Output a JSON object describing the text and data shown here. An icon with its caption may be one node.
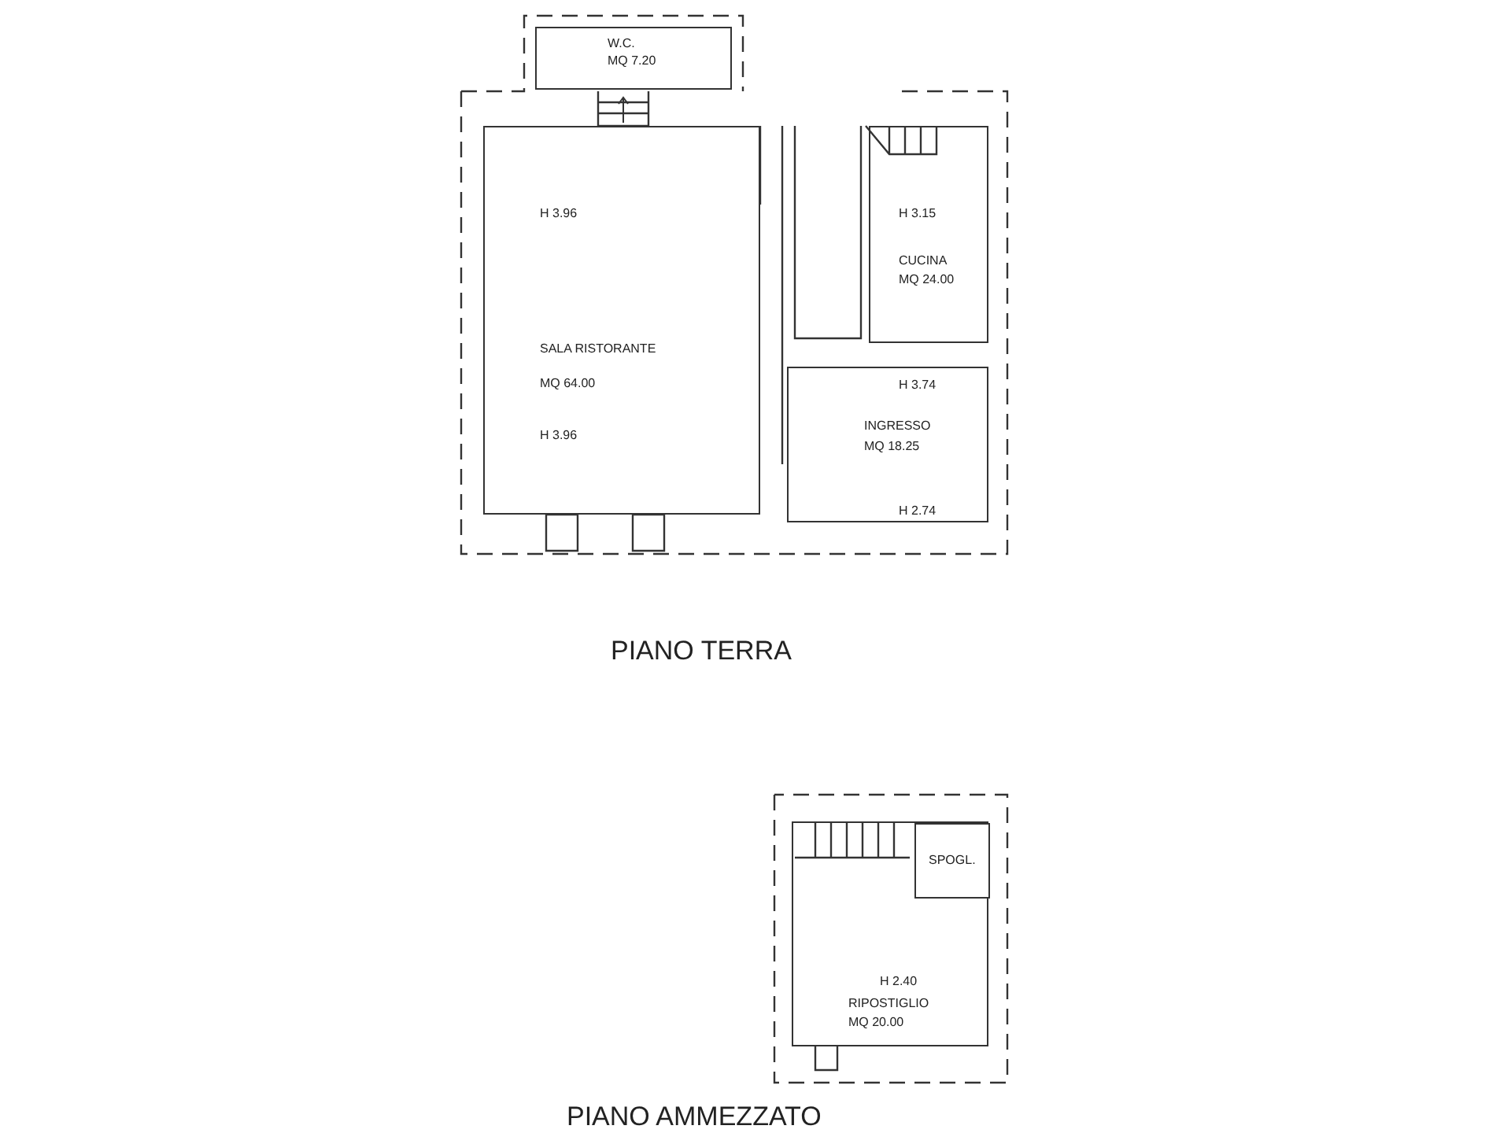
{
  "diagram": {
    "nodes": [
      {
        "text": [
          "W.C.",
          "MQ 7.20"
        ]
      },
      {
        "text": [
          "H 3.96",
          "SALA RISTORANTE",
          "MQ 64.00",
          "H 3.96"
        ]
      },
      {
        "text": [
          "H 3.15",
          "CUCINA",
          "MQ 24.00"
        ]
      },
      {
        "text": [
          "H 3.74",
          "INGRESSO",
          "MQ 18.25",
          "H 2.74"
        ]
      },
      {
        "text": [
          "SPOGL."
        ],
        "in": 5
      },
      {
        "text": [
          "H 2.40",
          "RIPOSTIGLIO",
          "MQ 20.00"
        ]
      }
    ],
    "edges": [],
    "labels": [
      "PIANO TERRA",
      "PIANO AMMEZZATO"
    ]
  }
}
